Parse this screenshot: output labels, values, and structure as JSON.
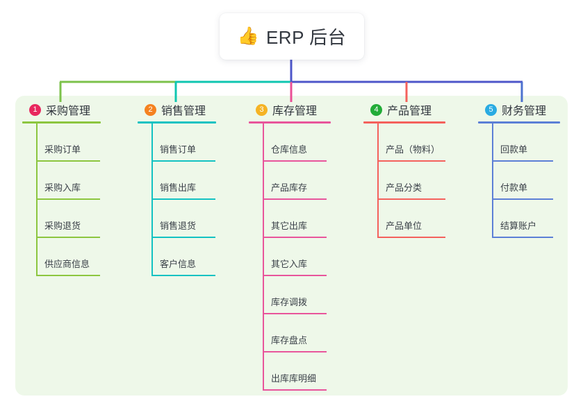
{
  "root": {
    "icon": "thumbs-up-icon",
    "icon_glyph": "👍",
    "title": "ERP 后台"
  },
  "palette": {
    "panel_bg": "#eef8e9",
    "page_bg": "#ffffff",
    "root_text": "#32373f",
    "item_text": "#3b4149",
    "bus_green": "#7cc24b",
    "bus_teal": "#0fc6b0",
    "bus_blue": "#4d56c9"
  },
  "columns": [
    {
      "index": "1",
      "title": "采购管理",
      "badge_color": "#e8285f",
      "line_color": "#8cc63f",
      "stub_color": "#7cc24b",
      "items": [
        "采购订单",
        "采购入库",
        "采购退货",
        "供应商信息"
      ]
    },
    {
      "index": "2",
      "title": "销售管理",
      "badge_color": "#f58220",
      "line_color": "#13c2c2",
      "stub_color": "#0fc6b0",
      "items": [
        "销售订单",
        "销售出库",
        "销售退货",
        "客户信息"
      ]
    },
    {
      "index": "3",
      "title": "库存管理",
      "badge_color": "#f5b324",
      "line_color": "#e8559b",
      "stub_color": "#ea4f96",
      "items": [
        "仓库信息",
        "产品库存",
        "其它出库",
        "其它入库",
        "库存调拨",
        "库存盘点",
        "出库库明细"
      ]
    },
    {
      "index": "4",
      "title": "产品管理",
      "badge_color": "#22ac38",
      "line_color": "#f4615c",
      "stub_color": "#f4615c",
      "items": [
        "产品（物料）",
        "产品分类",
        "产品单位"
      ]
    },
    {
      "index": "5",
      "title": "财务管理",
      "badge_color": "#29abe2",
      "line_color": "#5c7fd6",
      "stub_color": "#4d72cf",
      "items": [
        "回款单",
        "付款单",
        "结算账户"
      ]
    }
  ]
}
